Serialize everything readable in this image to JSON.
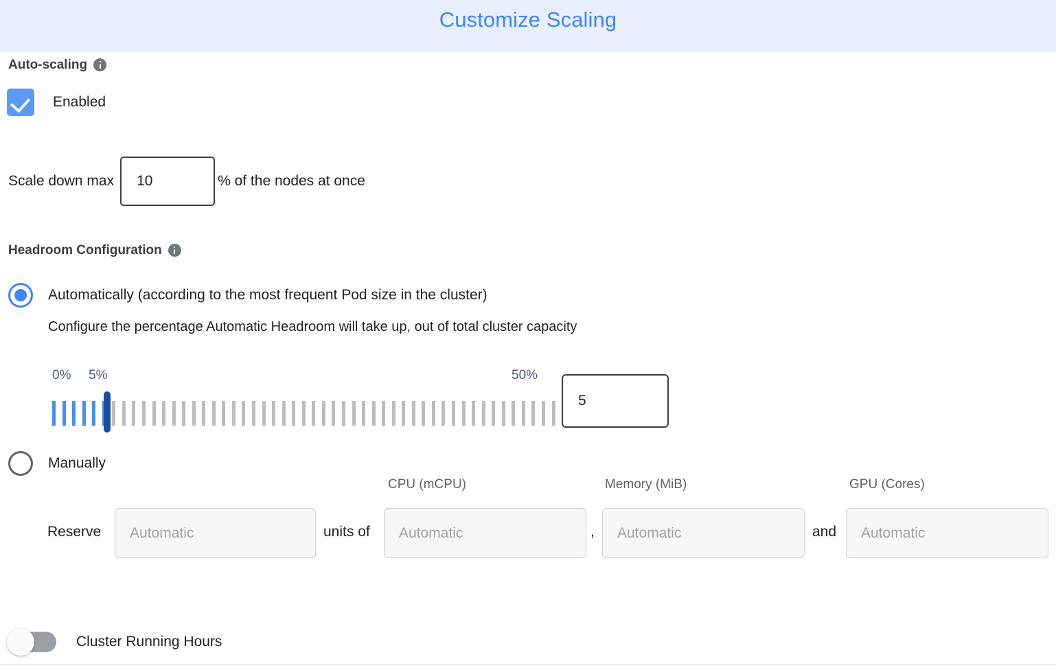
{
  "header": {
    "title": "Customize Scaling",
    "background": "#e9f0fd",
    "title_color": "#4285f4"
  },
  "autoscaling": {
    "label": "Auto-scaling",
    "info_icon": "info-icon",
    "checkbox_label": "Enabled",
    "checkbox_checked": true,
    "accent_color": "#5c9af7"
  },
  "scale_down": {
    "prefix_label": "Scale down max",
    "value": "10",
    "placeholder": "",
    "suffix_label": "% of the nodes at once"
  },
  "headroom": {
    "label": "Headroom Configuration",
    "info_icon": "info-icon",
    "option_auto": {
      "label": "Automatically (according to the most frequent Pod size in the cluster)",
      "selected": true,
      "description": "Configure the percentage Automatic Headroom will take up, out of total cluster capacity"
    },
    "option_manual": {
      "label": "Manually",
      "selected": false
    },
    "slider": {
      "min_label": "0%",
      "current_label": "5%",
      "max_label": "50%",
      "min": 0,
      "max": 50,
      "value": 5,
      "value_box": "5",
      "tick_count": 51,
      "active_color": "#4a90e8",
      "inactive_color": "#bdbdbd",
      "handle_color": "#1d4e9e",
      "label_color": "#4b5a77"
    },
    "reserve": {
      "reserve_word": "Reserve",
      "connector_units_of": "units of",
      "connector_comma": ",",
      "connector_and": "and",
      "fields": [
        {
          "column_label": "",
          "placeholder": "Automatic",
          "value": "",
          "disabled": true
        },
        {
          "column_label": "CPU (mCPU)",
          "placeholder": "Automatic",
          "value": "",
          "disabled": true
        },
        {
          "column_label": "Memory (MiB)",
          "placeholder": "Automatic",
          "value": "",
          "disabled": true
        },
        {
          "column_label": "GPU (Cores)",
          "placeholder": "Automatic",
          "value": "",
          "disabled": true
        }
      ]
    }
  },
  "cluster_running_hours": {
    "label": "Cluster Running Hours",
    "enabled": false,
    "track_color": "#9aa0a6"
  }
}
